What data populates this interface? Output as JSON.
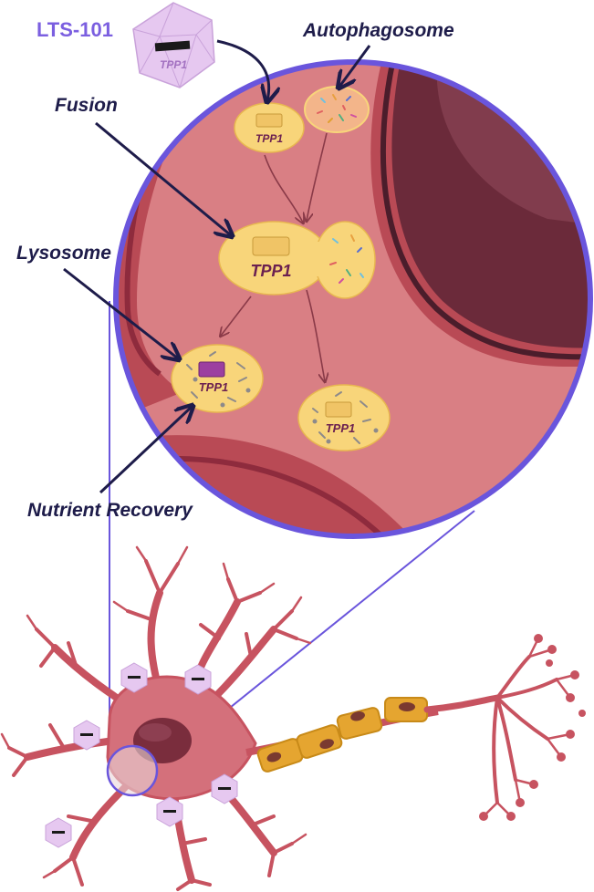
{
  "labels": {
    "drug": "LTS-101",
    "drug_payload": "TPP1",
    "autophagosome": "Autophagosome",
    "fusion": "Fusion",
    "lysosome": "Lysosome",
    "nutrient_recovery": "Nutrient Recovery"
  },
  "vesicles": {
    "endosome_tpp1": "TPP1",
    "fused_tpp1": "TPP1",
    "lysosome_tpp1": "TPP1",
    "recovery_tpp1": "TPP1"
  },
  "colors": {
    "drug_label": "#7b5fe0",
    "callout_text": "#1e1c4a",
    "lens_ring": "#6a55dc",
    "cytoplasm": "#d97f84",
    "membrane": "#b94a55",
    "nucleus": "#6b2a3a",
    "vesicle": "#f8d57a",
    "tpp1_text": "#6b2050",
    "virus": "#e6c8f0",
    "myelin": "#e5a530"
  }
}
